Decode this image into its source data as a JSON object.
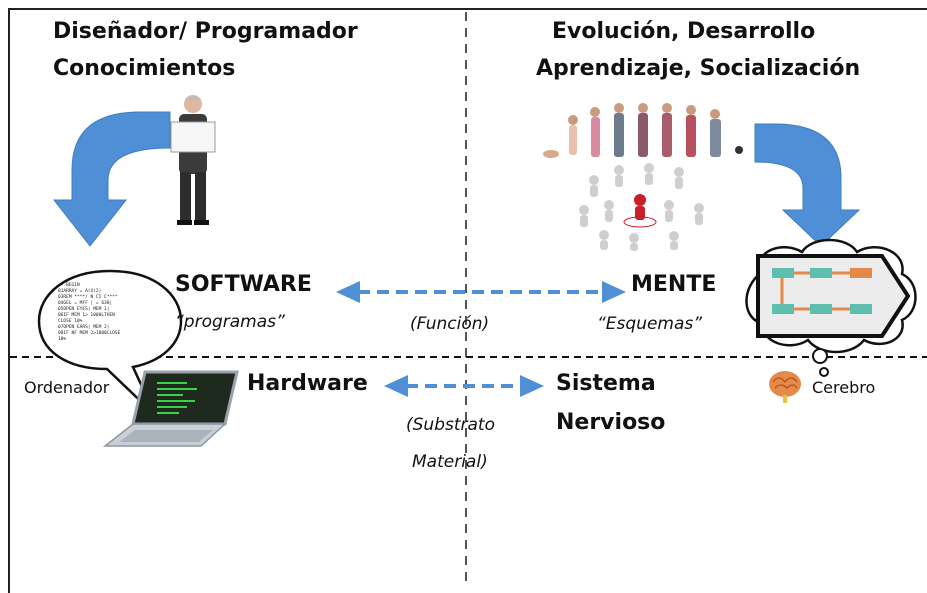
{
  "headers": {
    "left_line1": "Diseñador/ Programador",
    "left_line2": "Conocimientos",
    "right_line1": "Evolución, Desarrollo",
    "right_line2": "Aprendizaje, Socialización"
  },
  "upper_row": {
    "software_label": "SOFTWARE",
    "software_sub": "“programas”",
    "function_label": "(Función)",
    "mente_label": "MENTE",
    "mente_sub": "“Esquemas”"
  },
  "lower_row": {
    "ordenador_label": "Ordenador",
    "hardware_label": "Hardware",
    "substrato_line1": "(Substrato",
    "substrato_line2": "Material)",
    "sistema_line1": "Sistema",
    "sistema_line2": "Nervioso",
    "cerebro_label": "Cerebro"
  },
  "speech_bubble_code": [
    "-- BEGIN",
    "01ARRAY = A(X(2)",
    "03REM ****/ N CI C****",
    "04GEL = MFF | = 638|",
    "05OPEN EYES| MEM 1|",
    "06IF MEM 1> 1000LTHEN",
    "CLOSE 10%",
    "07OPEN EARS| MEM 2|",
    "08IF NF MEM 2>1000CLOSE",
    "10%"
  ],
  "icons": {
    "left_arrow": "curved-down-arrow-icon",
    "right_arrow": "curved-down-arrow-icon",
    "presenter": "presenter-person-icon",
    "evolution": "human-evolution-icon",
    "network": "social-network-icon",
    "laptop": "laptop-icon",
    "thought_cloud": "thought-cloud-icon",
    "brain": "brain-icon"
  },
  "colors": {
    "arrow_blue": "#4f8fd6",
    "divider": "#444444",
    "text": "#111111"
  }
}
